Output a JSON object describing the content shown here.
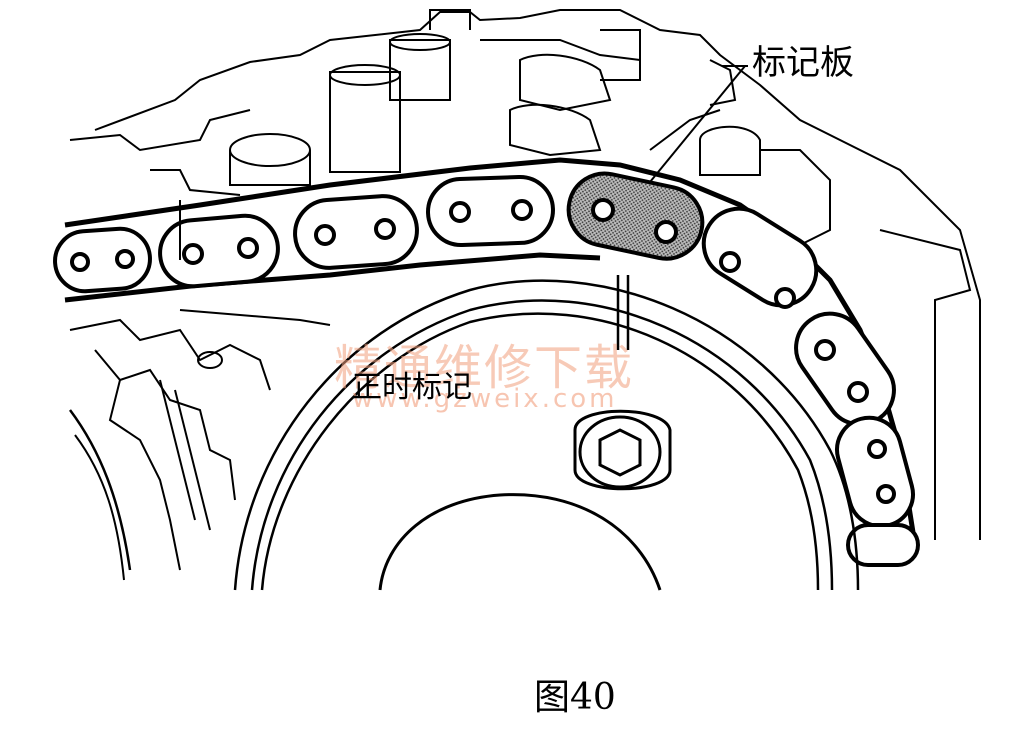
{
  "labels": {
    "mark_plate": "标记板",
    "timing_mark": "正时标记"
  },
  "caption": "图40",
  "watermark": {
    "chinese": "精通维修下载",
    "url": "www.gzweix.com"
  },
  "colors": {
    "line": "#000000",
    "background": "#ffffff",
    "marked_link_fill": "#8c8c8c",
    "watermark": "#f2a07e"
  }
}
